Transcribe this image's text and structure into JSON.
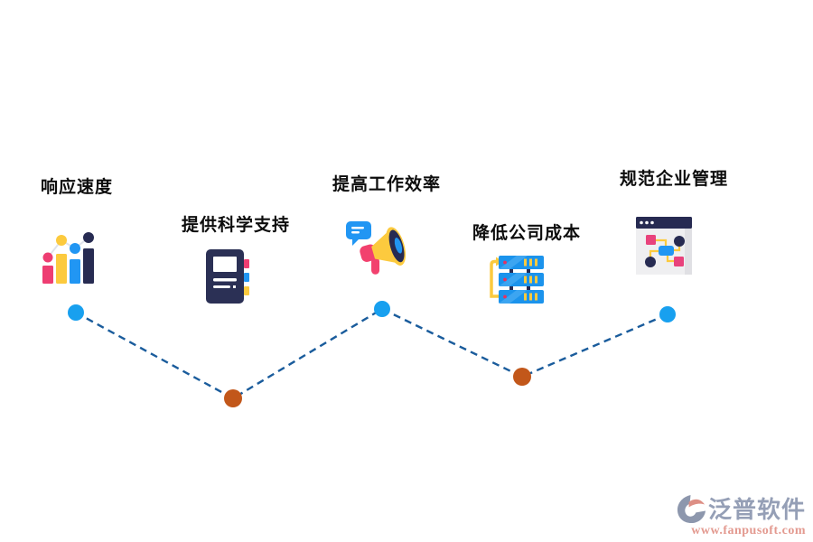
{
  "diagram": {
    "line_color": "#1a5c9c",
    "palette": {
      "pink": "#ee3d72",
      "yellow": "#fcca3e",
      "blue": "#2196f3",
      "navy": "#272b52",
      "server_blue": "#1b93ec",
      "dot_blue": "#18a0ef",
      "dot_orange": "#c2571a",
      "label_text": "#0d0d0d"
    },
    "items": [
      {
        "label": "响应速度",
        "icon": "bar-chart-icon",
        "dot_color": "#18a0ef"
      },
      {
        "label": "提供科学支持",
        "icon": "notebook-icon",
        "dot_color": "#c2571a"
      },
      {
        "label": "提高工作效率",
        "icon": "megaphone-icon",
        "dot_color": "#18a0ef"
      },
      {
        "label": "降低公司成本",
        "icon": "server-stack-icon",
        "dot_color": "#c2571a"
      },
      {
        "label": "规范企业管理",
        "icon": "flowchart-window-icon",
        "dot_color": "#18a0ef"
      }
    ]
  },
  "watermark": {
    "brand": "泛普软件",
    "url": "www.fanpusoft.com"
  }
}
